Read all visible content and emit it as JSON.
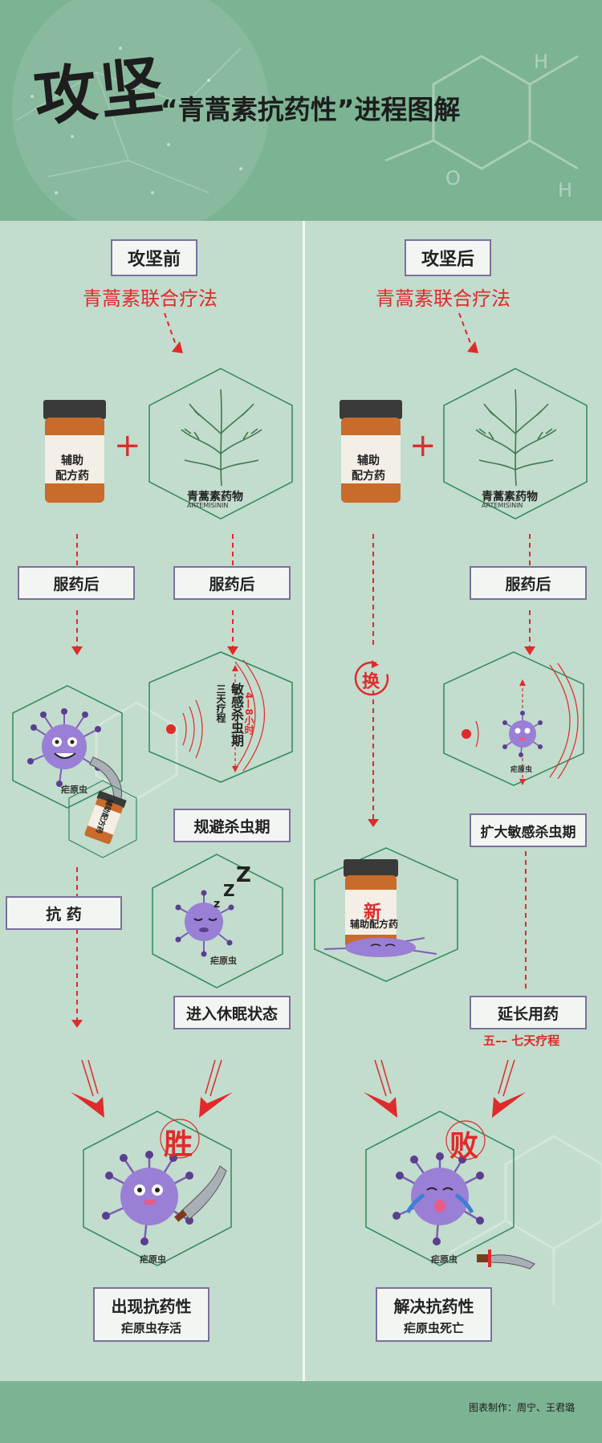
{
  "header": {
    "big_title": "攻坚",
    "subtitle": "“青蒿素抗药性”进程图解"
  },
  "left": {
    "heading": "攻坚前",
    "method": "青蒿素联合疗法",
    "bottle_label_l1": "辅助",
    "bottle_label_l2": "配方药",
    "herb_name": "青蒿素药物",
    "herb_latin": "ARTEMISININ",
    "after_a": "服药后",
    "after_b": "服药后",
    "parasite_label": "疟原虫",
    "small_bottle_label": "辅助配方药",
    "sensitive_period": "敏感杀虫期",
    "three_day": "三天疗程",
    "hours": "4—8小时",
    "evade": "规避杀虫期",
    "resist": "抗 药",
    "dormant": "进入休眠状态",
    "sleep_parasite_label": "疟原虫",
    "win_char": "胜",
    "final_parasite_label": "疟原虫",
    "result_l1": "出现抗药性",
    "result_l2": "疟原虫存活"
  },
  "right": {
    "heading": "攻坚后",
    "method": "青蒿素联合疗法",
    "bottle_label_l1": "辅助",
    "bottle_label_l2": "配方药",
    "herb_name": "青蒿素药物",
    "herb_latin": "ARTEMISININ",
    "after": "服药后",
    "swap_char": "换",
    "parasite_label": "疟原虫",
    "expand": "扩大敏感杀虫期",
    "new_char": "新",
    "new_bottle_label": "辅助配方药",
    "extend": "延长用药",
    "course": "五–– 七天疗程",
    "lose_char": "败",
    "final_parasite_label": "疟原虫",
    "result_l1": "解决抗药性",
    "result_l2": "疟原虫死亡"
  },
  "footer": {
    "credit": "图表制作：周宁、王君璐"
  },
  "colors": {
    "header_bg": "#7cb393",
    "body_bg": "#c2dccd",
    "footer_bg": "#7cb393",
    "box_border": "#7d6f9e",
    "accent_red": "#e12a2a",
    "parasite": "#8c6fc7"
  }
}
